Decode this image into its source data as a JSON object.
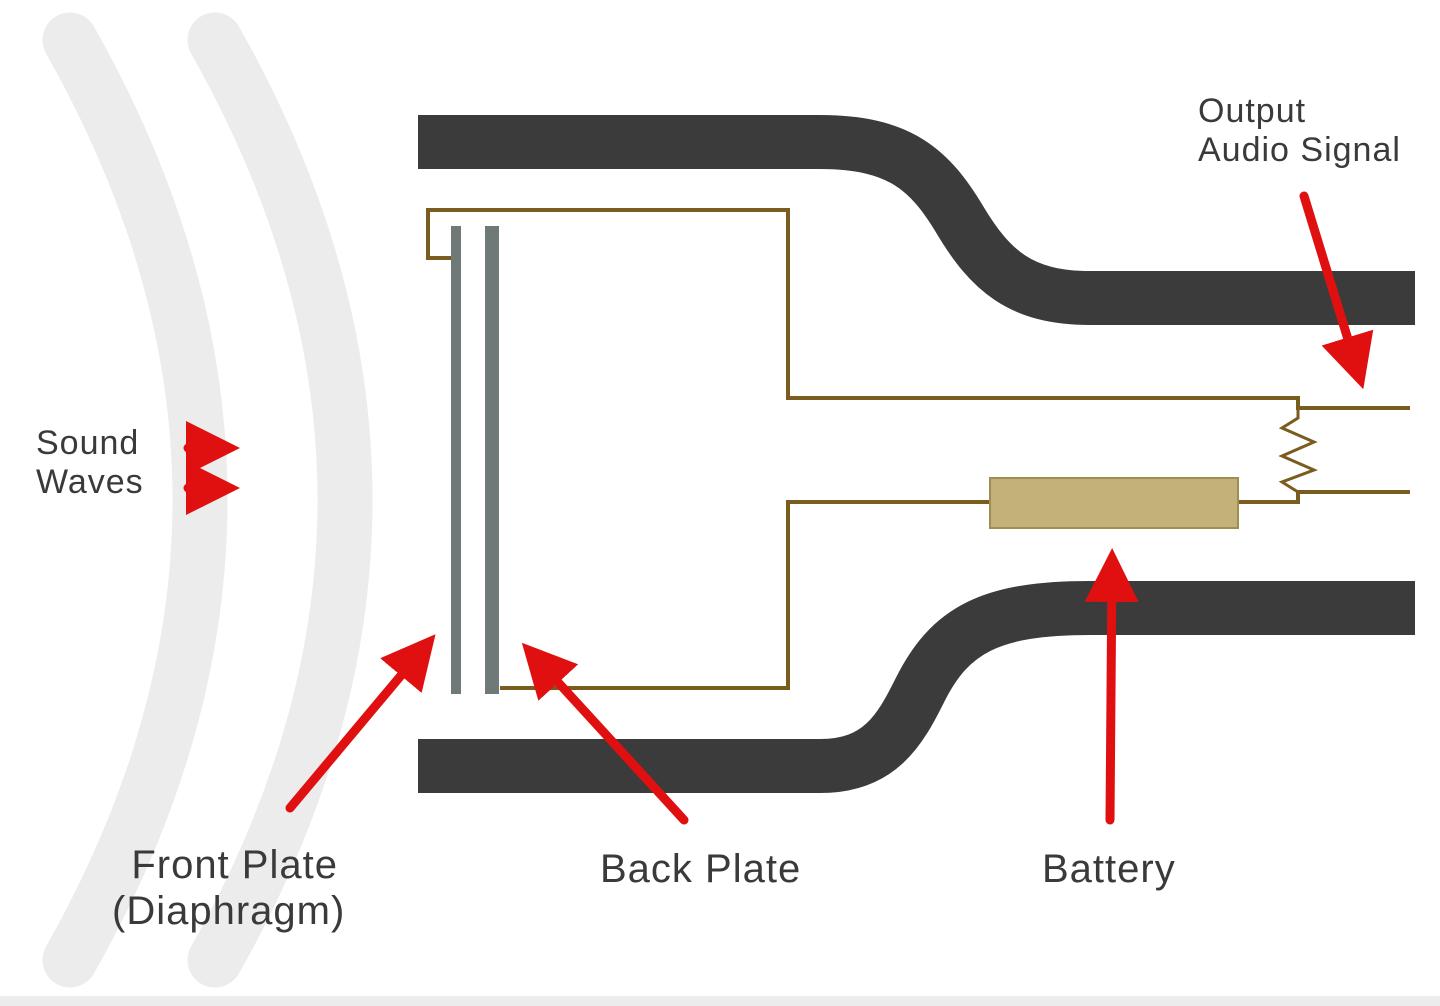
{
  "labels": {
    "sound_waves": [
      "Sound",
      "Waves"
    ],
    "output_audio_signal": [
      "Output",
      "Audio Signal"
    ],
    "front_plate": [
      "Front Plate",
      "(Diaphragm)"
    ],
    "back_plate": "Back Plate",
    "battery": "Battery"
  },
  "colors": {
    "housing": "#3b3b3b",
    "wire": "#7a5c1e",
    "plate": "#6f7a78",
    "battery": "#c2b27a",
    "arrow": "#e01010",
    "wave": "#ececec",
    "text": "#3a3a3a"
  }
}
